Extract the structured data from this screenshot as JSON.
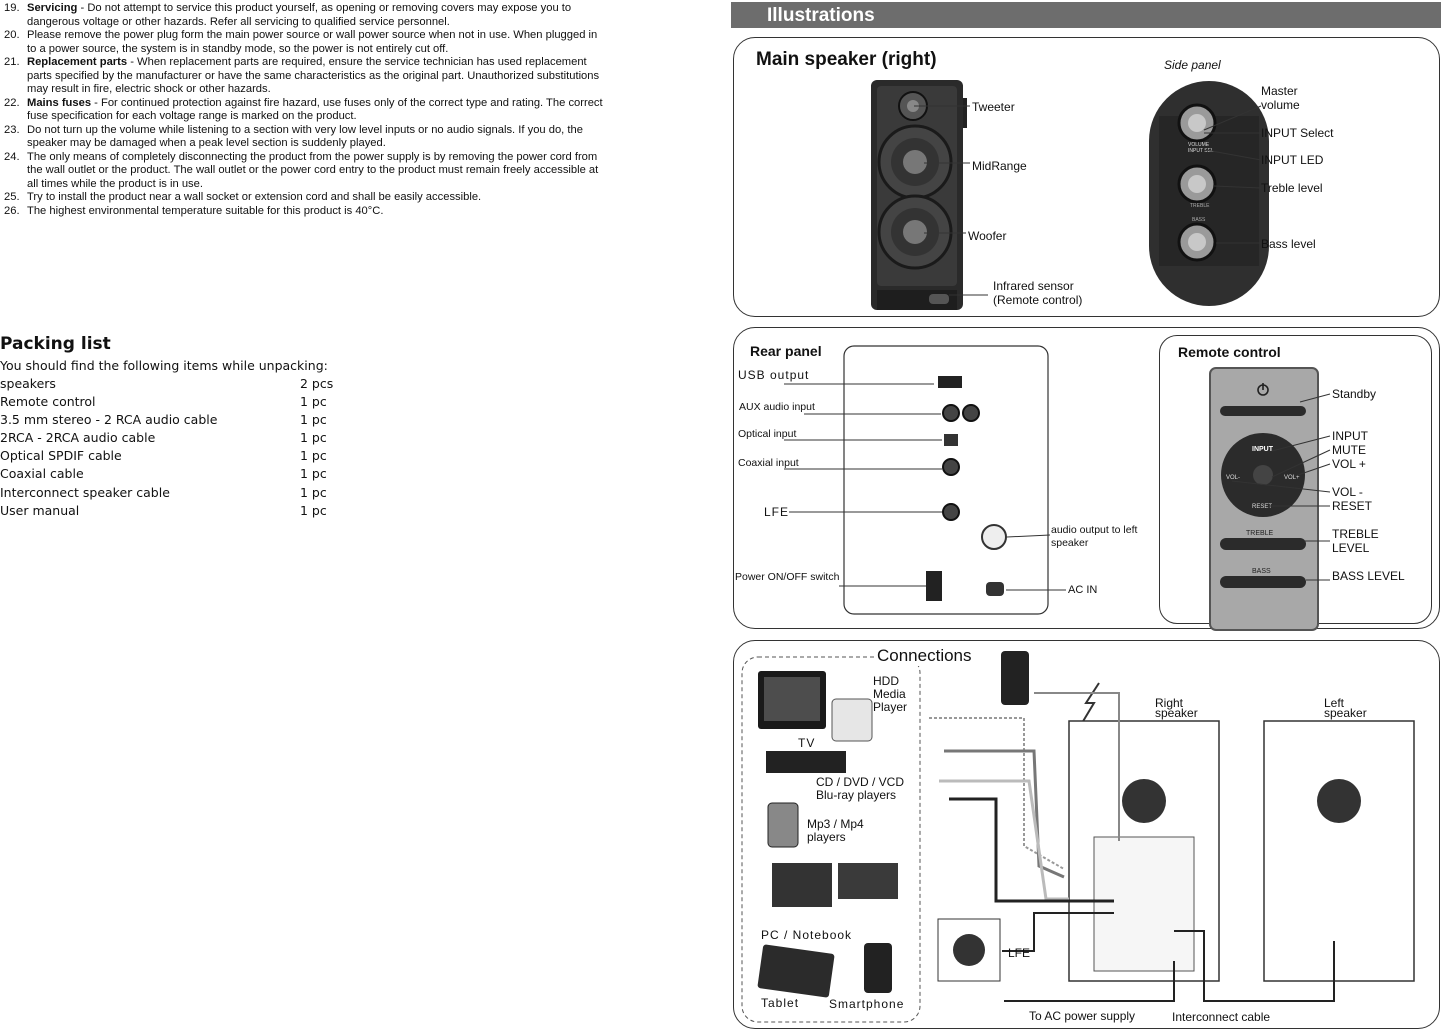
{
  "safety_list": [
    {
      "num": "19.",
      "title": "Servicing",
      "lines": [
        " - Do not attempt to service this product yourself, as opening or removing covers may expose you to",
        "dangerous voltage or other hazards. Refer all servicing to qualified service personnel."
      ]
    },
    {
      "num": "20.",
      "title": "",
      "lines": [
        "Please remove the power plug form the main power source or wall power source when not in use. When plugged in",
        "to a power source, the system is in standby mode, so the power is not entirely cut off."
      ]
    },
    {
      "num": "21.",
      "title": "Replacement parts",
      "lines": [
        " - When replacement parts are required, ensure the service technician has used  replacement",
        "parts specified by the manufacturer or have the same characteristics as the original part.  Unauthorized substitutions",
        "may result in fire, electric shock or other hazards."
      ]
    },
    {
      "num": "22.",
      "title": "Mains fuses",
      "lines": [
        " - For continued protection against fire hazard, use fuses only of the correct type and rating. The correct",
        "fuse specification for each voltage range is marked on the product."
      ]
    },
    {
      "num": "23.",
      "title": "",
      "lines": [
        "Do not turn up the volume while listening to a section with very low level inputs or no audio signals. If you do, the",
        "speaker may  be damaged when a peak level section is suddenly played."
      ]
    },
    {
      "num": "24.",
      "title": "",
      "lines": [
        "The only means of completely disconnecting the product from the power supply is by removing the power cord from",
        "the wall outlet or the product. The wall outlet or the power cord entry to the product must remain freely accessible at",
        "all times while the  product is in use."
      ]
    },
    {
      "num": "25.",
      "title": "",
      "lines": [
        "Try to install the product near a wall socket or extension cord and shall be easily accessible."
      ]
    },
    {
      "num": "26.",
      "title": "",
      "lines": [
        "The highest environmental temperature suitable for this product is 40°C."
      ]
    }
  ],
  "packing": {
    "title": "Packing list",
    "intro": "You should find the following items while unpacking:",
    "items": [
      {
        "name": "speakers",
        "qty": "2 pcs"
      },
      {
        "name": "Remote control",
        "qty": "1 pc"
      },
      {
        "name": "3.5 mm stereo - 2 RCA audio cable",
        "qty": "1 pc"
      },
      {
        "name": "2RCA - 2RCA audio cable",
        "qty": "1 pc"
      },
      {
        "name": "Optical SPDIF cable",
        "qty": "1 pc"
      },
      {
        "name": "Coaxial cable",
        "qty": "1 pc"
      },
      {
        "name": "Interconnect speaker cable",
        "qty": "1 pc"
      },
      {
        "name": "User manual",
        "qty": "1 pc"
      }
    ]
  },
  "illustrations": {
    "header": "Illustrations"
  },
  "main_speaker": {
    "title": "Main speaker (right)",
    "side_panel": "Side panel",
    "tweeter": "Tweeter",
    "midrange": "MidRange",
    "woofer": "Woofer",
    "ir_1": "Infrared sensor",
    "ir_2": "(Remote control)",
    "master_1": "Master",
    "master_2": "volume",
    "input_select": "INPUT Select",
    "input_led": "INPUT LED",
    "treble": "Treble level",
    "bass": "Bass level",
    "knob_vol": "VOLUME",
    "knob_inp": "INPUT SEL",
    "knob_treble": "TREBLE",
    "knob_bass": "BASS"
  },
  "rear_panel": {
    "title": "Rear panel",
    "usb": "USB output",
    "aux": "AUX audio input",
    "optical": "Optical input",
    "coaxial": "Coaxial input",
    "lfe": "LFE",
    "power": "Power ON/OFF switch",
    "audio_out_1": "audio output to left",
    "audio_out_2": "speaker",
    "ac_in": "AC IN"
  },
  "remote": {
    "title": "Remote control",
    "standby": "Standby",
    "input": "INPUT",
    "mute": "MUTE",
    "vol_plus": "VOL +",
    "vol_minus": "VOL -",
    "reset": "RESET",
    "treble_1": "TREBLE",
    "treble_2": "LEVEL",
    "bass_level": "BASS LEVEL",
    "btn_input": "INPUT",
    "btn_reset": "RESET",
    "btn_volm": "VOL-",
    "btn_volp": "VOL+",
    "btn_treble": "TREBLE",
    "btn_bass": "BASS"
  },
  "connections": {
    "title": "Connections",
    "hdd_1": "HDD",
    "hdd_2": "Media",
    "hdd_3": "Player",
    "tv": "TV",
    "cd_1": "CD / DVD / VCD",
    "cd_2": "Blu-ray players",
    "mp3_1": "Mp3 / Mp4",
    "mp3_2": "players",
    "pc": "PC / Notebook",
    "tablet": "Tablet",
    "smartphone": "Smartphone",
    "right_1": "Right",
    "right_2": "speaker",
    "left_1": "Left",
    "left_2": "speaker",
    "lfe": "LFE",
    "ac": "To AC power supply",
    "interconnect": "Interconnect cable"
  }
}
